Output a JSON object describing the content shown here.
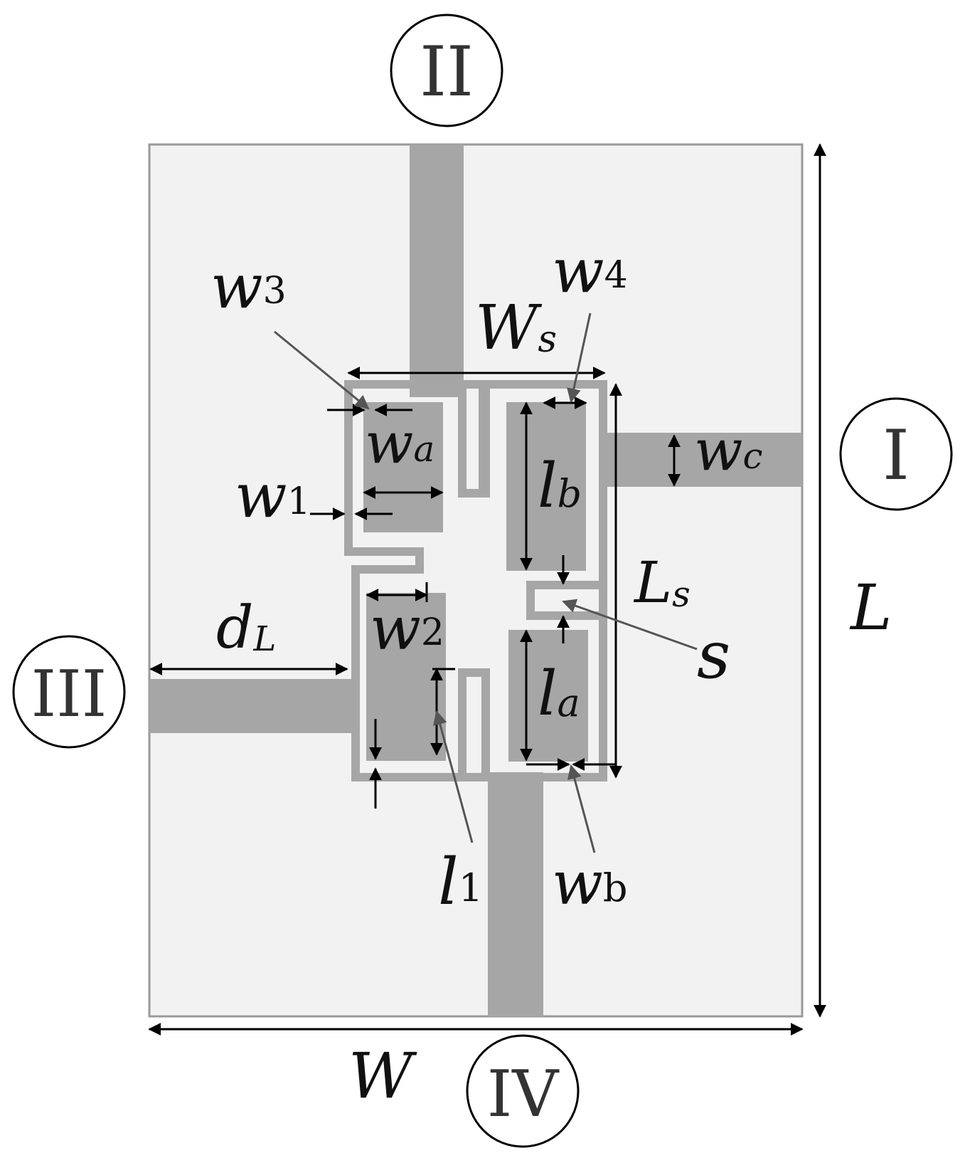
{
  "ports": {
    "I": "I",
    "II": "II",
    "III": "III",
    "IV": "IV"
  },
  "labels": {
    "W": {
      "main": "W"
    },
    "L": {
      "main": "L"
    },
    "Ws": {
      "main": "W",
      "sub": "s"
    },
    "Ls": {
      "main": "L",
      "sub": "s"
    },
    "dL": {
      "main": "d",
      "sub": "L"
    },
    "w1": {
      "main": "w",
      "sub": "1"
    },
    "w2": {
      "main": "w",
      "sub": "2"
    },
    "w3": {
      "main": "w",
      "sub": "3"
    },
    "w4": {
      "main": "w",
      "sub": "4"
    },
    "wa": {
      "main": "w",
      "sub": "a"
    },
    "wb": {
      "main": "w",
      "sub": "b"
    },
    "wc": {
      "main": "w",
      "sub": "c"
    },
    "la": {
      "main": "l",
      "sub": "a"
    },
    "lb": {
      "main": "l",
      "sub": "b"
    },
    "l1": {
      "main": "l",
      "sub": "1"
    },
    "s": {
      "main": "s"
    }
  },
  "colors": {
    "substrate": "#f2f2f2",
    "substrate_border": "#999999",
    "metal": "#a6a6a6",
    "arrow": "#000000",
    "pointer": "#555555"
  }
}
